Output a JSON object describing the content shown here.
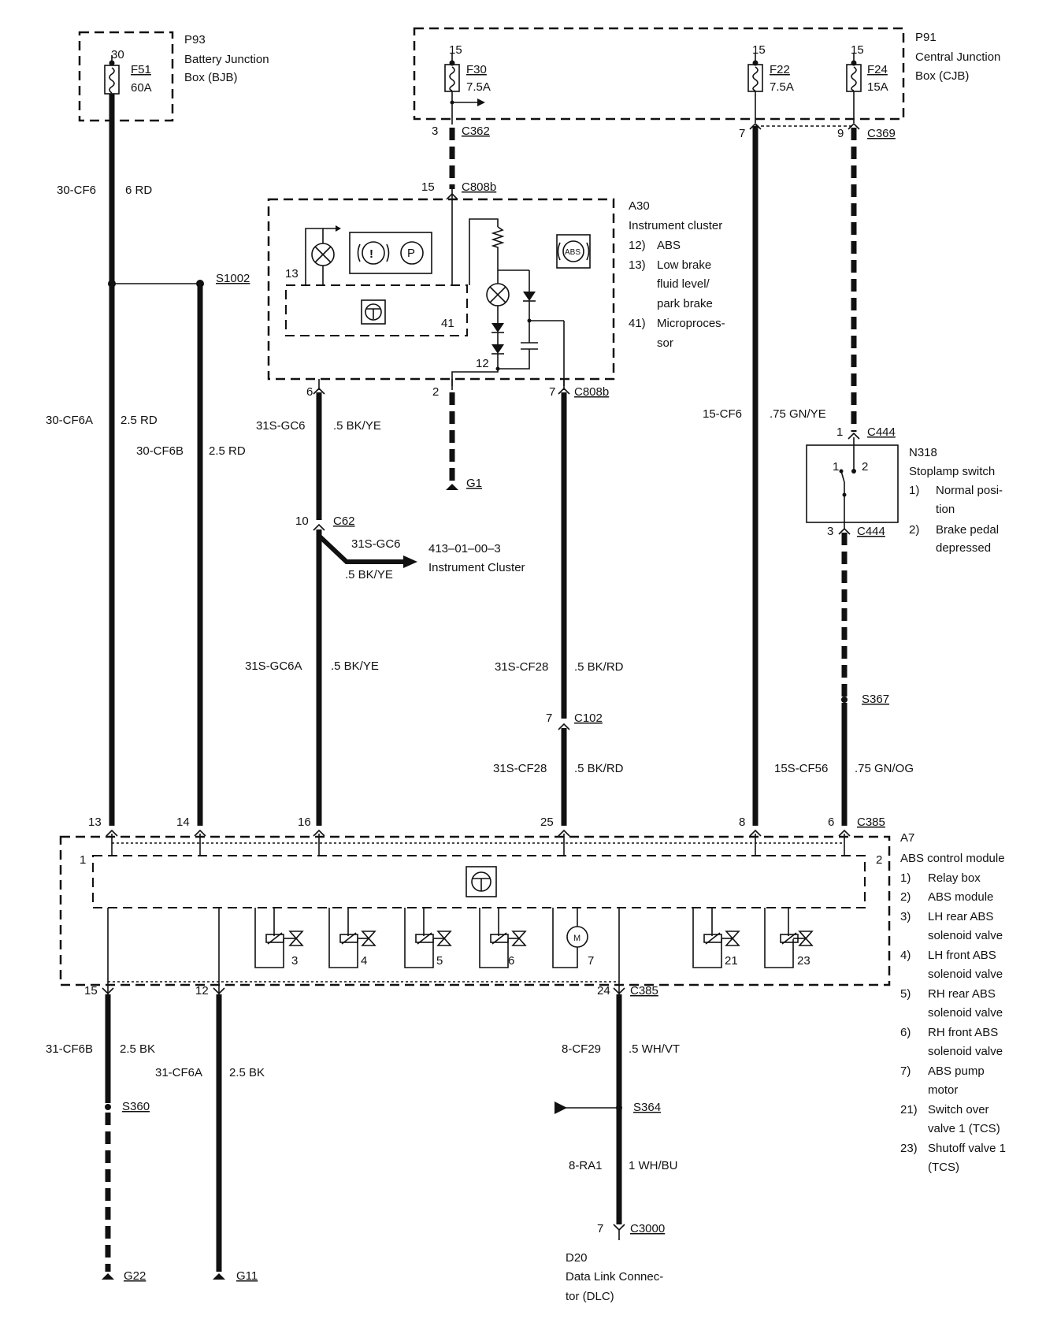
{
  "components": {
    "p93": {
      "id": "P93",
      "name_line1": "Battery Junction",
      "name_line2": "Box (BJB)",
      "pin": "30",
      "fuse": "F51",
      "rating": "60A"
    },
    "p91": {
      "id": "P91",
      "name_line1": "Central Junction",
      "name_line2": "Box (CJB)",
      "fuses": [
        {
          "pin": "15",
          "fuse": "F30",
          "rating": "7.5A"
        },
        {
          "pin": "15",
          "fuse": "F22",
          "rating": "7.5A"
        },
        {
          "pin": "15",
          "fuse": "F24",
          "rating": "15A"
        }
      ]
    },
    "a30": {
      "id": "A30",
      "name": "Instrument cluster",
      "legend": [
        {
          "num": "12)",
          "text": "ABS"
        },
        {
          "num": "13)",
          "text": "Low brake"
        },
        {
          "num": "",
          "text": "fluid level/"
        },
        {
          "num": "",
          "text": "park brake"
        },
        {
          "num": "41)",
          "text": "Microproces-"
        },
        {
          "num": "",
          "text": "sor"
        }
      ],
      "inner_labels": {
        "l13": "13",
        "l41": "41",
        "l12": "12",
        "abs": "ABS",
        "p": "P",
        "bang": "!"
      }
    },
    "n318": {
      "id": "N318",
      "name": "Stoplamp switch",
      "pin1": "1",
      "pin2": "2",
      "legend": [
        {
          "num": "1)",
          "text": "Normal posi-"
        },
        {
          "num": "",
          "text": "tion"
        },
        {
          "num": "2)",
          "text": "Brake pedal"
        },
        {
          "num": "",
          "text": "depressed"
        }
      ]
    },
    "a7": {
      "id": "A7",
      "name": "ABS control module",
      "legend": [
        {
          "num": "1)",
          "text": "Relay box"
        },
        {
          "num": "2)",
          "text": "ABS module"
        },
        {
          "num": "3)",
          "text": "LH rear ABS"
        },
        {
          "num": "",
          "text": "solenoid valve"
        },
        {
          "num": "4)",
          "text": "LH front ABS"
        },
        {
          "num": "",
          "text": "solenoid valve"
        },
        {
          "num": "5)",
          "text": "RH rear ABS"
        },
        {
          "num": "",
          "text": "solenoid valve"
        },
        {
          "num": "6)",
          "text": "RH front ABS"
        },
        {
          "num": "",
          "text": "solenoid valve"
        },
        {
          "num": "7)",
          "text": "ABS pump"
        },
        {
          "num": "",
          "text": "motor"
        },
        {
          "num": "21)",
          "text": "Switch over"
        },
        {
          "num": "",
          "text": "valve 1 (TCS)"
        },
        {
          "num": "23)",
          "text": "Shutoff valve 1"
        },
        {
          "num": "",
          "text": "(TCS)"
        }
      ],
      "inner_labels": {
        "l1": "1",
        "l2": "2",
        "v3": "3",
        "v4": "4",
        "v5": "5",
        "v6": "6",
        "v7": "7",
        "v21": "21",
        "v23": "23",
        "motor": "M"
      }
    },
    "d20": {
      "id": "D20",
      "name_line1": "Data Link Connec-",
      "name_line2": "tor (DLC)"
    }
  },
  "connectors": {
    "c362": {
      "name": "C362",
      "pin": "3"
    },
    "c808b_top": {
      "name": "C808b",
      "pin": "15"
    },
    "c369_left": {
      "pin": "7"
    },
    "c369": {
      "name": "C369",
      "pin": "9"
    },
    "s1002": {
      "name": "S1002"
    },
    "a30_pin6": {
      "pin": "6"
    },
    "a30_pin2": {
      "pin": "2"
    },
    "c808b_bottom": {
      "name": "C808b",
      "pin": "7"
    },
    "g1": {
      "name": "G1"
    },
    "c62": {
      "name": "C62",
      "pin": "10"
    },
    "c444_top": {
      "name": "C444",
      "pin": "1"
    },
    "c444_bottom": {
      "name": "C444",
      "pin": "3"
    },
    "s367": {
      "name": "S367"
    },
    "c102": {
      "name": "C102",
      "pin": "7"
    },
    "c385_top": {
      "name": "C385",
      "pins": [
        "13",
        "14",
        "16",
        "25",
        "8",
        "6"
      ]
    },
    "c385_bottom": {
      "name": "C385",
      "pins": [
        "15",
        "12",
        "24"
      ]
    },
    "s360": {
      "name": "S360"
    },
    "s364": {
      "name": "S364"
    },
    "c3000": {
      "name": "C3000",
      "pin": "7"
    },
    "g22": {
      "name": "G22"
    },
    "g11": {
      "name": "G11"
    }
  },
  "wires": {
    "w30cf6": {
      "circuit": "30-CF6",
      "spec": "6 RD"
    },
    "w30cf6a": {
      "circuit": "30-CF6A",
      "spec": "2.5 RD"
    },
    "w30cf6b": {
      "circuit": "30-CF6B",
      "spec": "2.5 RD"
    },
    "w31sgc6": {
      "circuit": "31S-GC6",
      "spec": ".5 BK/YE"
    },
    "w31sgc6_branch": {
      "circuit": "31S-GC6",
      "spec": ".5 BK/YE"
    },
    "w31sgc6a": {
      "circuit": "31S-GC6A",
      "spec": ".5 BK/YE"
    },
    "w31scf28_upper": {
      "circuit": "31S-CF28",
      "spec": ".5 BK/RD"
    },
    "w31scf28_lower": {
      "circuit": "31S-CF28",
      "spec": ".5 BK/RD"
    },
    "w15cf6": {
      "circuit": "15-CF6",
      "spec": ".75 GN/YE"
    },
    "w15scf56": {
      "circuit": "15S-CF56",
      "spec": ".75 GN/OG"
    },
    "w31cf6b": {
      "circuit": "31-CF6B",
      "spec": "2.5 BK"
    },
    "w31cf6a": {
      "circuit": "31-CF6A",
      "spec": "2.5 BK"
    },
    "w8cf29": {
      "circuit": "8-CF29",
      "spec": ".5 WH/VT"
    },
    "w8ra1": {
      "circuit": "8-RA1",
      "spec": "1 WH/BU"
    }
  },
  "references": {
    "instrument_cluster": {
      "code": "413–01–00–3",
      "name": "Instrument Cluster"
    }
  }
}
